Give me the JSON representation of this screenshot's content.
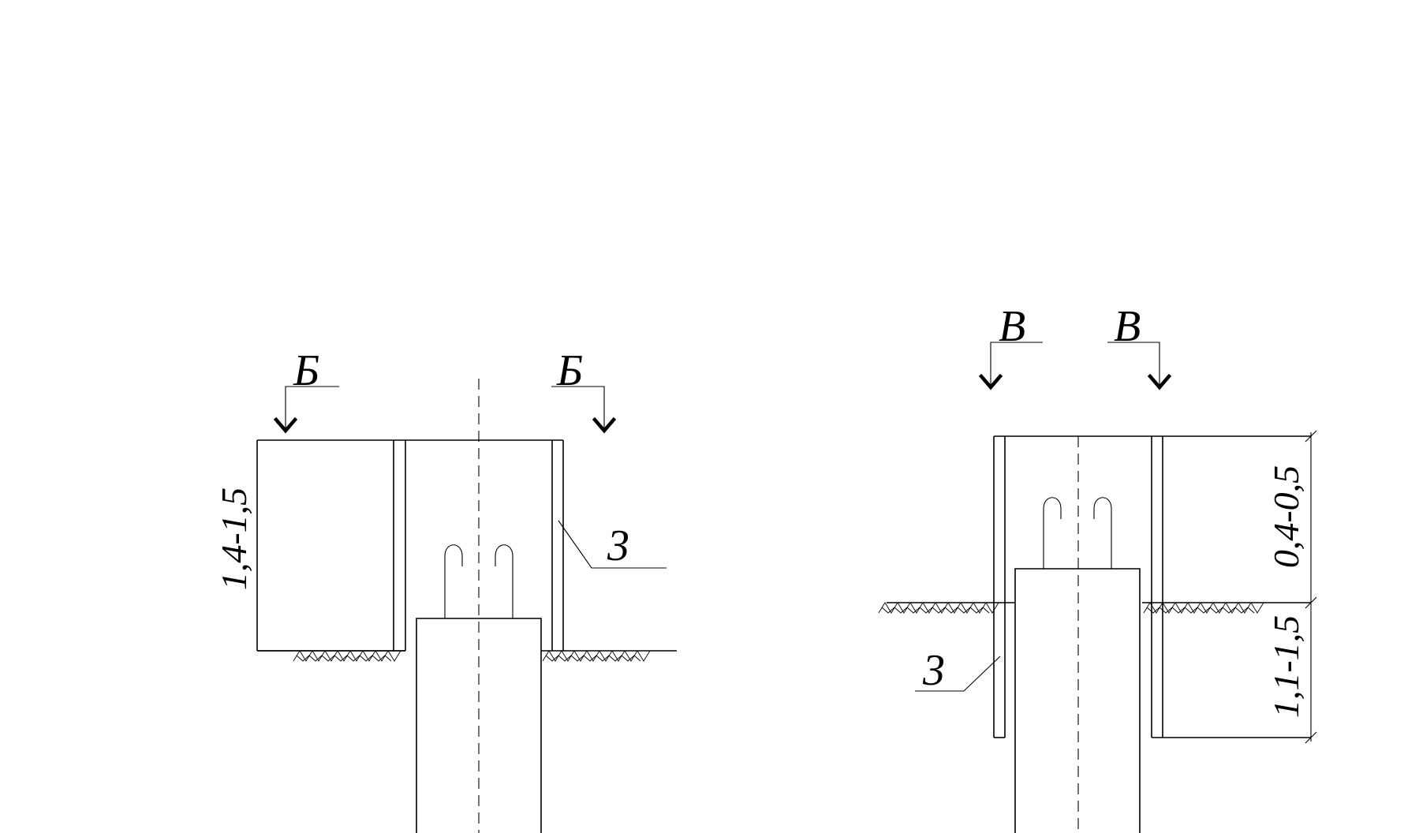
{
  "left_view": {
    "section_label_left": "Б",
    "section_label_right": "Б",
    "callout_label": "3",
    "height_dimension": "1,4-1,5"
  },
  "right_view": {
    "section_label_left": "В",
    "section_label_right": "В",
    "callout_label": "3",
    "upper_dimension": "0,4-0,5",
    "lower_dimension": "1,1-1,5"
  }
}
